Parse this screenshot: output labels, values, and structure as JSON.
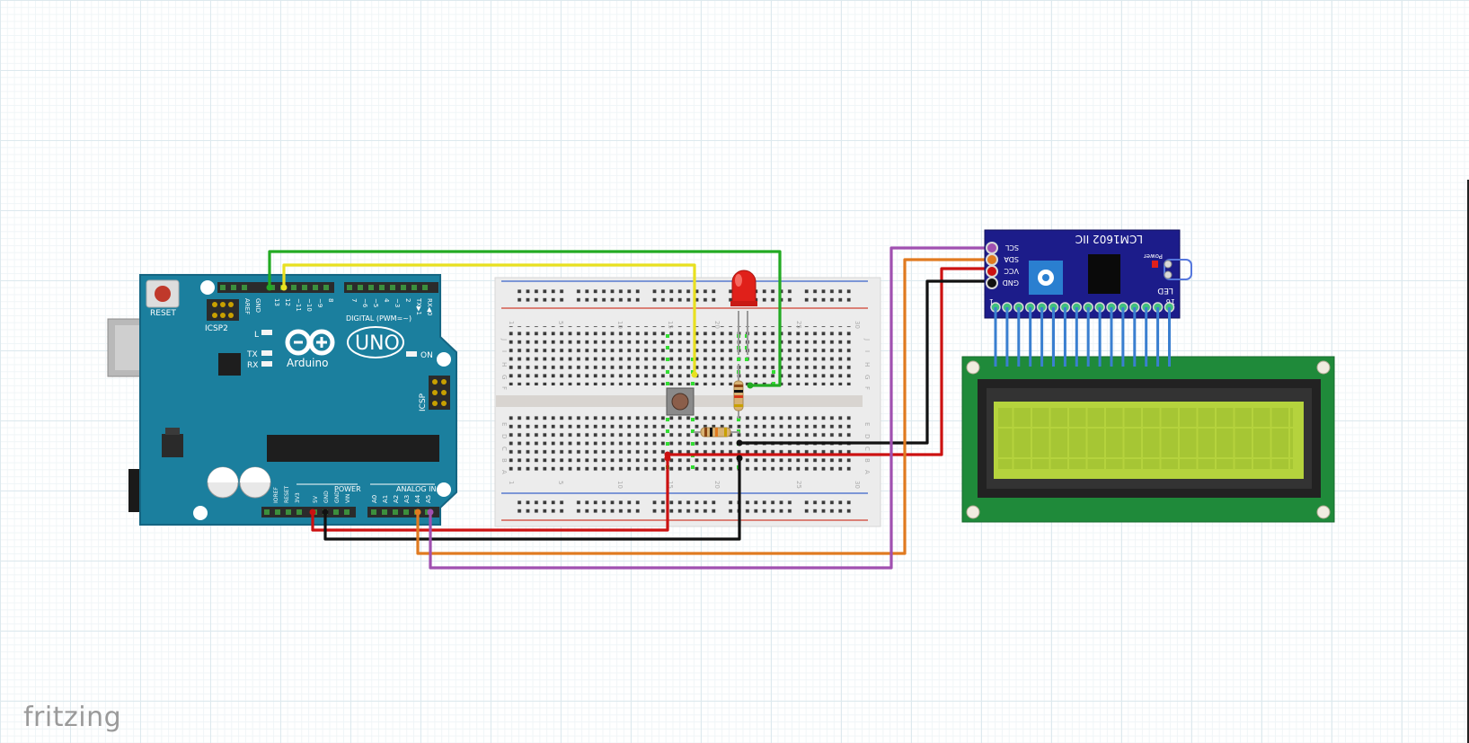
{
  "app": {
    "logo": "fritzing"
  },
  "arduino": {
    "reset_label": "RESET",
    "icsp2_label": "ICSP2",
    "icsp_label": "ICSP",
    "led_l": "L",
    "led_tx": "TX",
    "led_rx": "RX",
    "led_on": "ON",
    "brand": "Arduino",
    "model": "UNO",
    "digital_label": "DIGITAL (PWM=~)",
    "power_label": "POWER",
    "analog_label": "ANALOG IN",
    "digital_pins": [
      "AREF",
      "GND",
      "13",
      "12",
      "~11",
      "~10",
      "~9",
      "8",
      "7",
      "~6",
      "~5",
      "4",
      "~3",
      "2",
      "TX▶1",
      "RX◀0"
    ],
    "power_pins": [
      "IOREF",
      "RESET",
      "3V3",
      "5V",
      "GND",
      "GND",
      "VIN"
    ],
    "analog_pins": [
      "A0",
      "A1",
      "A2",
      "A3",
      "A4",
      "A5"
    ]
  },
  "breadboard": {
    "row_letters_top": [
      "J",
      "I",
      "H",
      "G",
      "F"
    ],
    "row_letters_bottom": [
      "E",
      "D",
      "C",
      "B",
      "A"
    ],
    "column_numbers": [
      "1",
      "5",
      "10",
      "15",
      "20",
      "25",
      "30"
    ]
  },
  "i2c_module": {
    "title": "LCM1602 IIC",
    "pins": [
      "SCL",
      "SDA",
      "VCC",
      "GND"
    ],
    "power_label": "Power",
    "led_label": "LED",
    "pin_first": "1",
    "pin_last": "16"
  },
  "colors": {
    "arduino_board": "#1b7f9e",
    "lcd_pcb": "#1f8a3a",
    "lcd_screen": "#b5d33d",
    "i2c_board": "#1c1c8a",
    "wire_green": "#22aa22",
    "wire_yellow": "#e8e020",
    "wire_red": "#cc1111",
    "wire_black": "#111111",
    "wire_orange": "#e07a20",
    "wire_purple": "#a050b0",
    "wire_blue": "#3a7fd0",
    "led_red": "#e0201a"
  }
}
